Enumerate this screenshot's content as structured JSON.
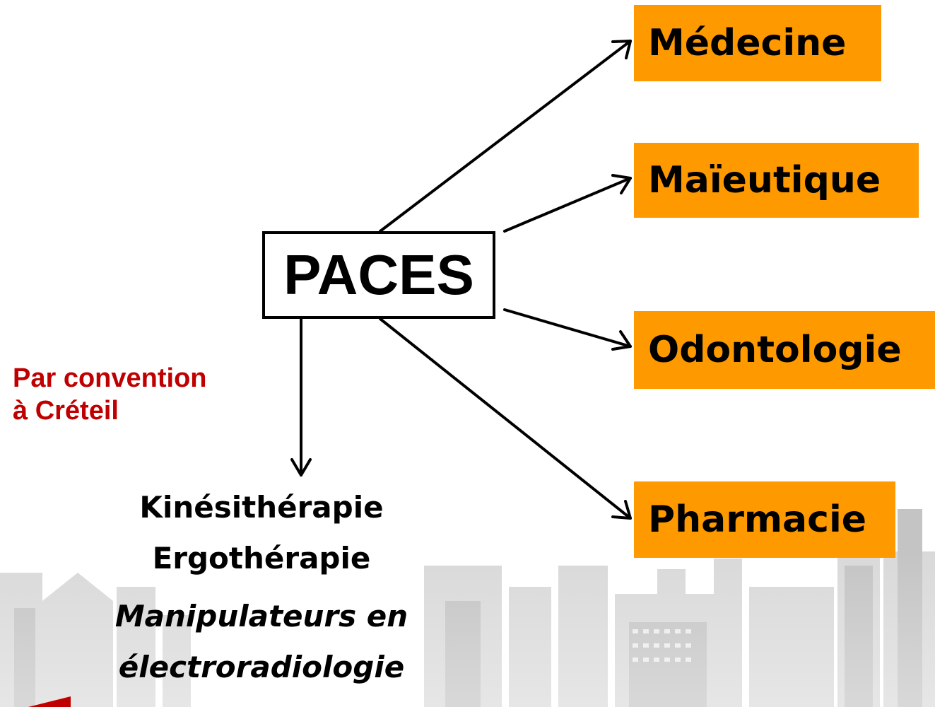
{
  "center": {
    "label": "PACES"
  },
  "targets": [
    {
      "label": "Médecine"
    },
    {
      "label": "Maïeutique"
    },
    {
      "label": "Odontologie"
    },
    {
      "label": "Pharmacie"
    }
  ],
  "note": {
    "lines": [
      "Par convention",
      "à Créteil"
    ]
  },
  "convention_fields": {
    "bold": [
      "Kinésithérapie",
      "Ergothérapie"
    ],
    "italic": [
      "Manipulateurs en",
      "électroradiologie"
    ]
  },
  "colors": {
    "target_fill": "#ff9900",
    "note_text": "#c00000",
    "arrow": "#000000",
    "background_tint": "#c8c8c8"
  }
}
